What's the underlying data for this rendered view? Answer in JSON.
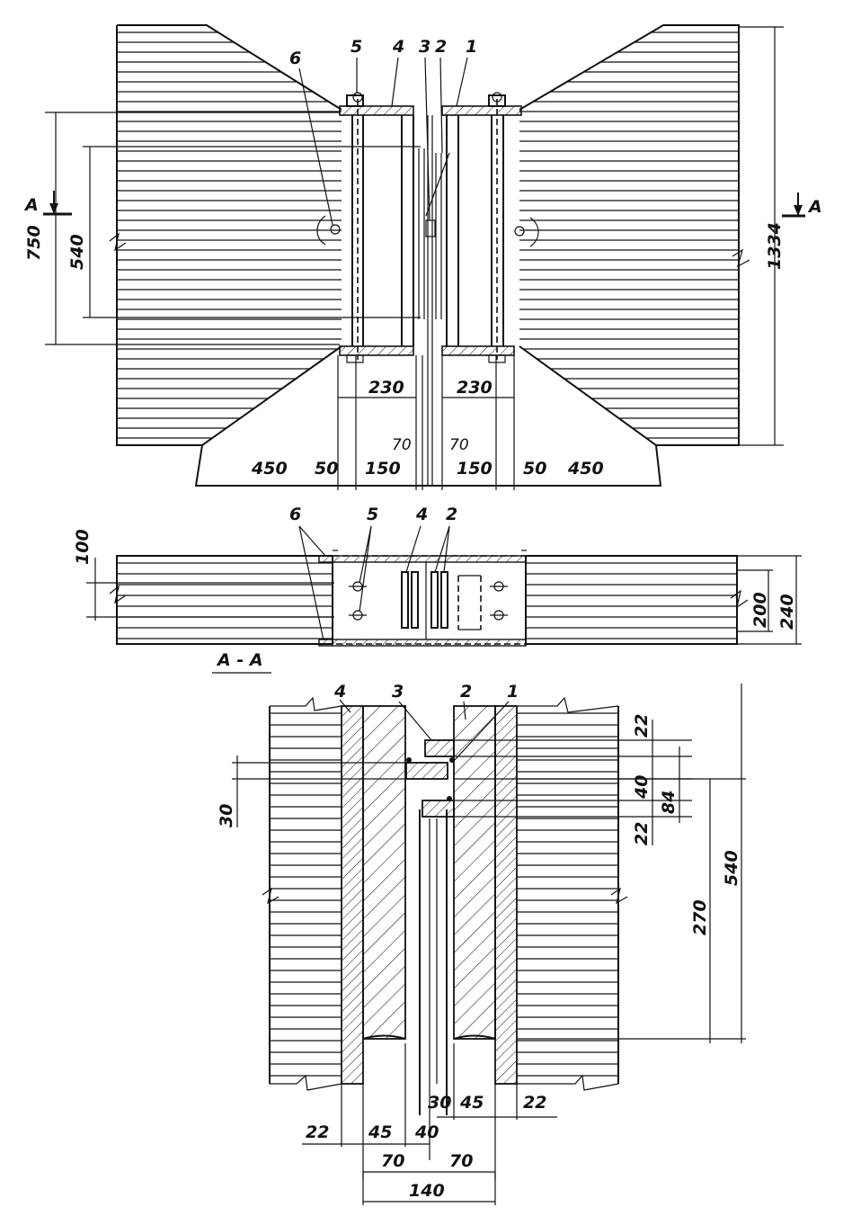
{
  "top_view": {
    "part_labels": [
      "6",
      "5",
      "4",
      "3",
      "2",
      "1"
    ],
    "section_mark": "A",
    "dim_750": "750",
    "dim_540": "540",
    "dim_1334": "1334",
    "dim_230_left": "230",
    "dim_230_right": "230",
    "dim_70_left": "70",
    "dim_70_right": "70",
    "bottom_dims": [
      "450",
      "50",
      "150",
      "150",
      "50",
      "450"
    ]
  },
  "middle_view": {
    "part_labels": [
      "6",
      "5",
      "4",
      "2"
    ],
    "dim_100": "100",
    "dim_200": "200",
    "dim_240": "240"
  },
  "section_view": {
    "title": "А - А",
    "part_labels": [
      "4",
      "3",
      "2",
      "1"
    ],
    "dim_30": "30",
    "dim_22_top": "22",
    "dim_40": "40",
    "dim_84": "84",
    "dim_22_mid": "22",
    "dim_540": "540",
    "dim_270": "270",
    "bottom_right_dims": [
      "30",
      "45",
      "22"
    ],
    "bottom_left_dims": [
      "22",
      "45",
      "40"
    ],
    "dim_70_left": "70",
    "dim_70_right": "70",
    "dim_140": "140"
  }
}
